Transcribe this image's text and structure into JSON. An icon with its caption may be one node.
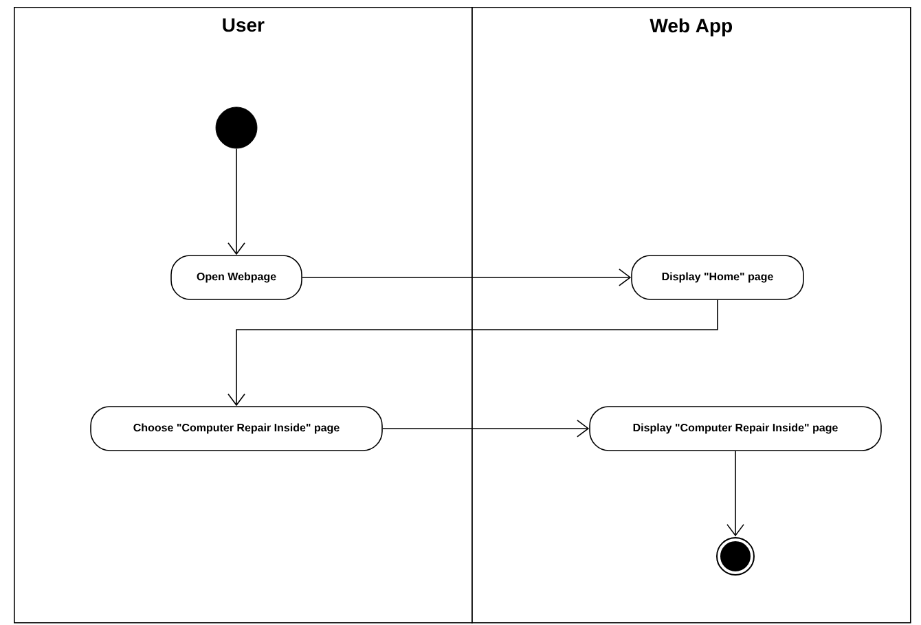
{
  "diagram": {
    "nodes": [
      {
        "text": [
          "User"
        ]
      },
      {
        "text": [
          "Web App"
        ]
      },
      {
        "text": [],
        "shape": "circle",
        "in": 0
      },
      {
        "text": [
          "Open Webpage"
        ],
        "in": 0
      },
      {
        "text": [
          "Display \"Home\" page"
        ],
        "in": 1
      },
      {
        "text": [
          "Choose \"Computer Repair Inside\" page"
        ],
        "in": 0
      },
      {
        "text": [
          "Display \"Computer Repair Inside\" page"
        ],
        "in": 1
      },
      {
        "text": [],
        "shape": "bullseye",
        "in": 1
      }
    ],
    "edges": [
      {
        "from": 2,
        "to": 3,
        "arrow": "to"
      },
      {
        "from": 3,
        "to": 4,
        "arrow": "to"
      },
      {
        "from": 4,
        "to": 5,
        "arrow": "to"
      },
      {
        "from": 5,
        "to": 6,
        "arrow": "to"
      },
      {
        "from": 6,
        "to": 7,
        "arrow": "to"
      }
    ]
  }
}
